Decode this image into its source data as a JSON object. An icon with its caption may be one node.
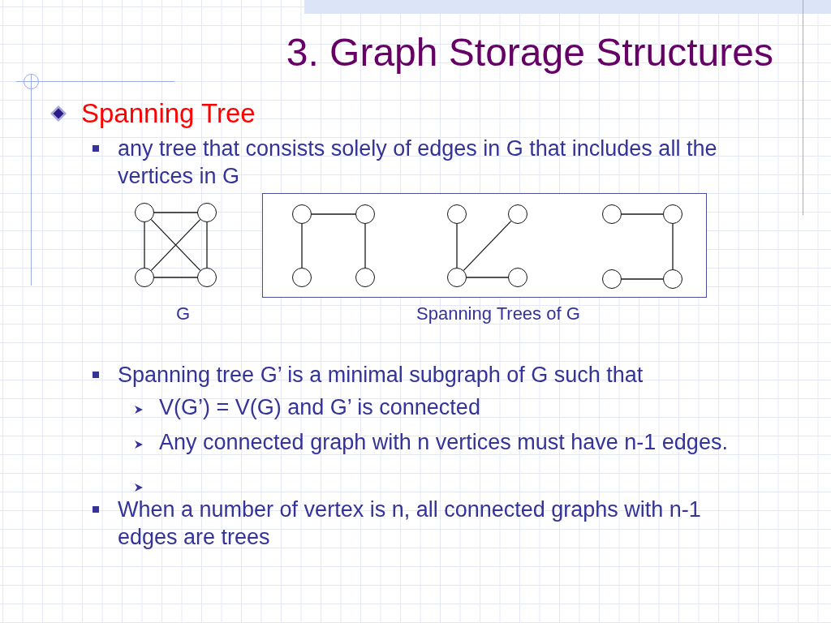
{
  "diagram": {
    "title": "3. Graph Storage Structures",
    "nodes": [
      {
        "text": [],
        "shape": "circle"
      },
      {
        "text": [],
        "shape": "circle"
      },
      {
        "text": [],
        "shape": "circle"
      },
      {
        "text": [],
        "shape": "circle"
      },
      {
        "text": [],
        "shape": "box",
        "beside": [
          "Spanning Trees of G"
        ]
      },
      {
        "text": [],
        "shape": "circle",
        "in": 4
      },
      {
        "text": [],
        "shape": "circle",
        "in": 4
      },
      {
        "text": [],
        "shape": "circle",
        "in": 4
      },
      {
        "text": [],
        "shape": "circle",
        "in": 4
      },
      {
        "text": [],
        "shape": "circle",
        "in": 4
      },
      {
        "text": [],
        "shape": "circle",
        "in": 4
      },
      {
        "text": [],
        "shape": "circle",
        "in": 4
      },
      {
        "text": [],
        "shape": "circle",
        "in": 4
      },
      {
        "text": [],
        "shape": "circle",
        "in": 4
      },
      {
        "text": [],
        "shape": "circle",
        "in": 4
      },
      {
        "text": [],
        "shape": "circle",
        "in": 4
      },
      {
        "text": [],
        "shape": "circle",
        "in": 4
      }
    ],
    "edges": [
      {
        "from": 0,
        "to": 1,
        "arrow": "none"
      },
      {
        "from": 0,
        "to": 2,
        "arrow": "none"
      },
      {
        "from": 0,
        "to": 3,
        "arrow": "none"
      },
      {
        "from": 1,
        "to": 2,
        "arrow": "none"
      },
      {
        "from": 1,
        "to": 3,
        "arrow": "none"
      },
      {
        "from": 2,
        "to": 3,
        "arrow": "none"
      },
      {
        "from": 5,
        "to": 6,
        "arrow": "none"
      },
      {
        "from": 5,
        "to": 7,
        "arrow": "none"
      },
      {
        "from": 6,
        "to": 8,
        "arrow": "none"
      },
      {
        "from": 9,
        "to": 11,
        "arrow": "none"
      },
      {
        "from": 11,
        "to": 10,
        "arrow": "none"
      },
      {
        "from": 11,
        "to": 12,
        "arrow": "none"
      },
      {
        "from": 13,
        "to": 14,
        "arrow": "none"
      },
      {
        "from": 14,
        "to": 16,
        "arrow": "none"
      },
      {
        "from": 15,
        "to": 16,
        "arrow": "none"
      }
    ],
    "labels": [
      "Spanning Tree",
      "any tree that consists solely of edges in G that includes all the vertices in G",
      "G",
      "Spanning tree G’ is a minimal subgraph of G such that",
      "V(G’) = V(G) and G’ is connected",
      "Any connected graph with n vertices must have n-1 edges.",
      "When a number of vertex is n, all connected graphs with n-1 edges are trees"
    ]
  }
}
